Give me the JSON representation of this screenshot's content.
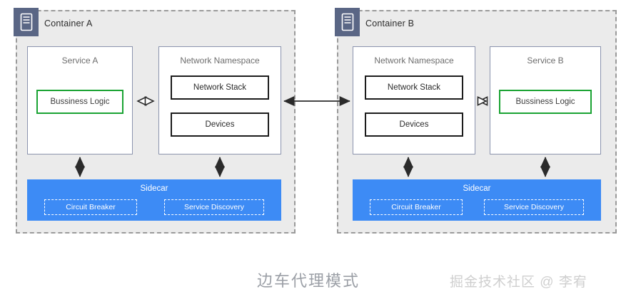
{
  "diagram": {
    "caption": "边车代理模式",
    "watermark": "掘金技术社区 @ 李宥",
    "colors": {
      "container_fill": "#ebebeb",
      "container_border": "#9a9a9a",
      "icon_badge": "#5a6685",
      "panel_border": "#8b93ad",
      "sidecar_fill": "#3d8bf5",
      "logic_border": "#1aa333",
      "inner_border": "#1c1c1c",
      "arrow": "#2b2b2b",
      "caption_color": "#9b9fa6",
      "watermark_color": "#cfcfcf"
    }
  },
  "containers": [
    {
      "id": "container-a",
      "title": "Container A",
      "icon": "server-icon",
      "panels": [
        {
          "id": "svc-a",
          "title": "Service A",
          "logic": "Bussiness Logic"
        },
        {
          "id": "ns-a",
          "title": "Network Namespace",
          "boxes": [
            "Network Stack",
            "Devices"
          ]
        }
      ],
      "sidecar": {
        "title": "Sidecar",
        "chips": [
          "Circuit Breaker",
          "Service Discovery"
        ]
      }
    },
    {
      "id": "container-b",
      "title": "Container B",
      "icon": "server-icon",
      "panels": [
        {
          "id": "ns-b",
          "title": "Network Namespace",
          "boxes": [
            "Network Stack",
            "Devices"
          ]
        },
        {
          "id": "svc-b",
          "title": "Service B",
          "logic": "Bussiness Logic"
        }
      ],
      "sidecar": {
        "title": "Sidecar",
        "chips": [
          "Circuit Breaker",
          "Service Discovery"
        ]
      }
    }
  ],
  "connectors": [
    {
      "name": "service-a-to-namespace-a",
      "style": "dotted",
      "heads": "both",
      "arrowhead": "hollow"
    },
    {
      "name": "namespace-a-to-namespace-b",
      "style": "solid",
      "heads": "both",
      "arrowhead": "filled"
    },
    {
      "name": "namespace-b-to-service-b",
      "style": "dotted",
      "heads": "both",
      "arrowhead": "hollow"
    },
    {
      "name": "service-a-to-sidecar-a",
      "style": "solid",
      "heads": "both",
      "arrowhead": "filled"
    },
    {
      "name": "namespace-a-to-sidecar-a",
      "style": "solid",
      "heads": "both",
      "arrowhead": "filled"
    },
    {
      "name": "namespace-b-to-sidecar-b",
      "style": "solid",
      "heads": "both",
      "arrowhead": "filled"
    },
    {
      "name": "service-b-to-sidecar-b",
      "style": "solid",
      "heads": "both",
      "arrowhead": "filled"
    }
  ]
}
